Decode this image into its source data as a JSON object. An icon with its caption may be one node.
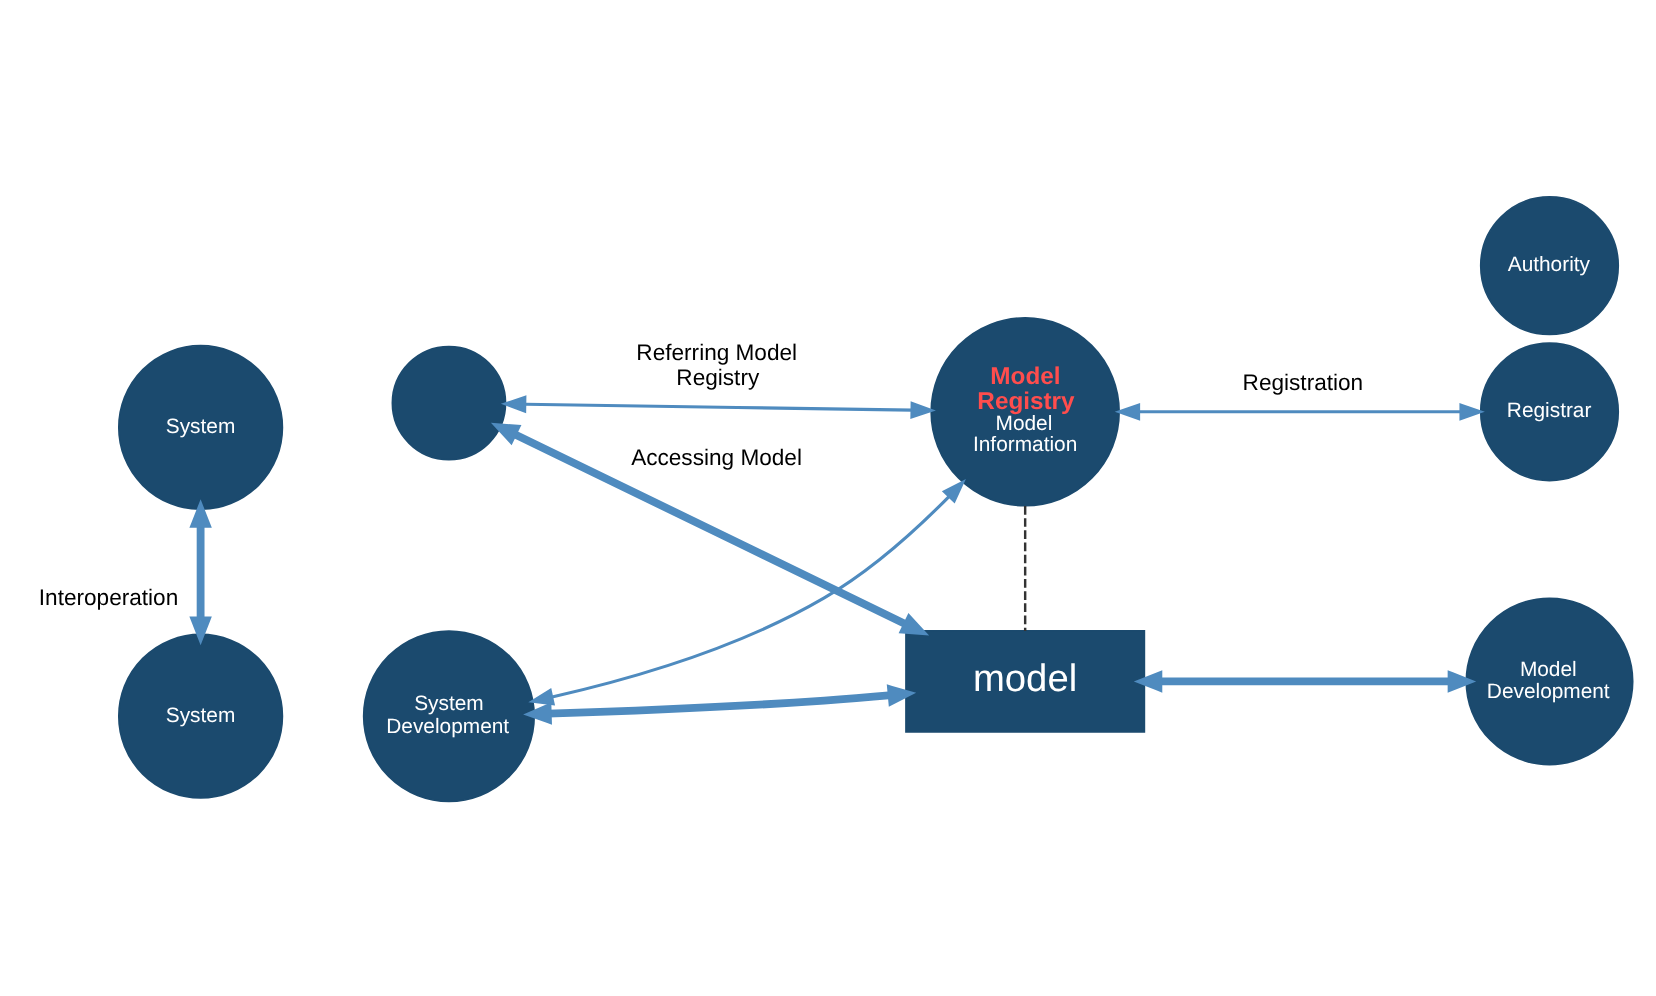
{
  "diagram": {
    "nodes": [
      {
        "text": [
          "System"
        ]
      },
      {
        "text": [],
        "shape": "circle"
      },
      {
        "text": [
          "Model Registry",
          "Model Information"
        ]
      },
      {
        "text": [
          "Authority"
        ]
      },
      {
        "text": [
          "Registrar"
        ]
      },
      {
        "text": [
          "System"
        ]
      },
      {
        "text": [
          "System Development"
        ]
      },
      {
        "text": [
          "model"
        ]
      },
      {
        "text": [
          "Model Development"
        ]
      }
    ],
    "edges": [
      {
        "from": 0,
        "to": 5,
        "arrow": "both",
        "label": "Interoperation",
        "style": "thick"
      },
      {
        "from": 1,
        "to": 2,
        "arrow": "both",
        "label": "Referring Model Registry"
      },
      {
        "from": 1,
        "to": 7,
        "arrow": "both",
        "label": "Accessing Model",
        "style": "thick"
      },
      {
        "from": 2,
        "to": 6,
        "arrow": "both"
      },
      {
        "from": 2,
        "to": 4,
        "arrow": "both",
        "label": "Registration"
      },
      {
        "from": 2,
        "to": 7,
        "arrow": "none",
        "style": "dashed",
        "color": "#333333"
      },
      {
        "from": 6,
        "to": 7,
        "arrow": "both",
        "style": "thick"
      },
      {
        "from": 7,
        "to": 8,
        "arrow": "both",
        "style": "thick"
      }
    ]
  }
}
